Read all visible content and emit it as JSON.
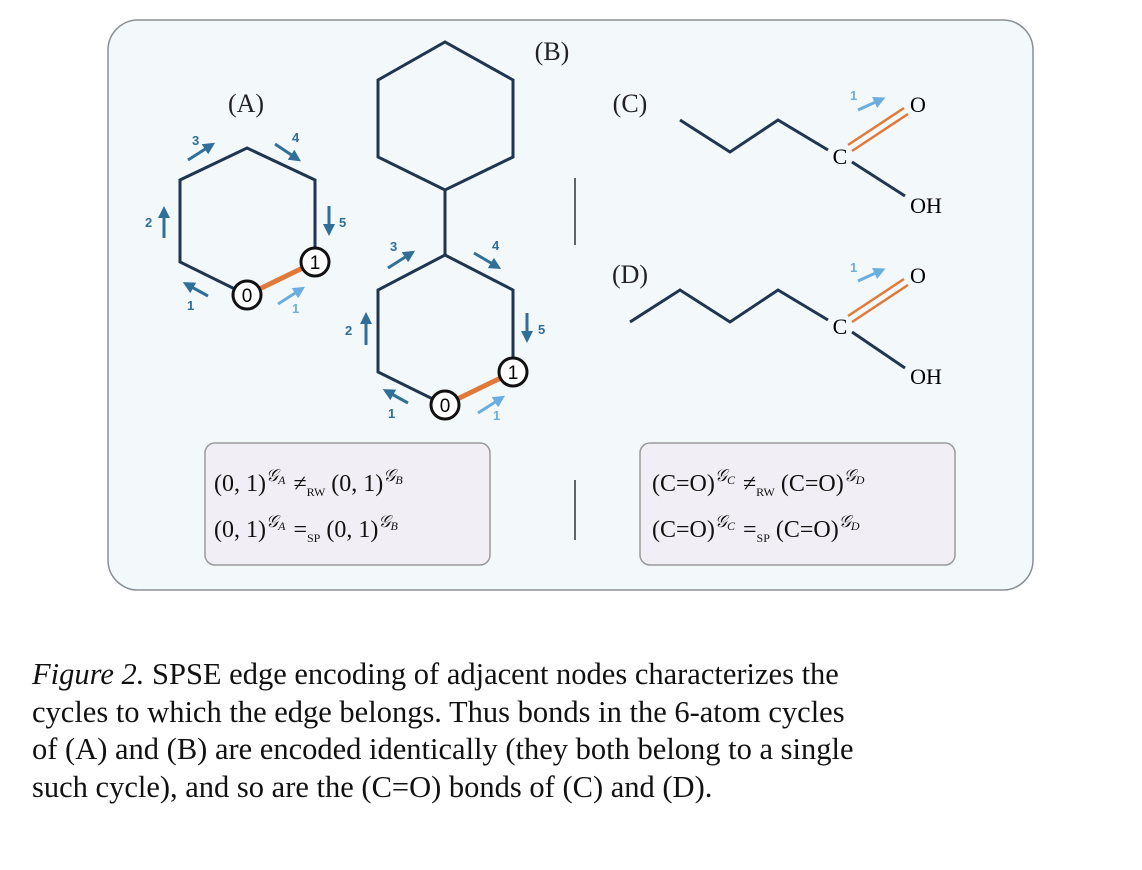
{
  "figure": {
    "panel_labels": {
      "a": "(A)",
      "b": "(B)",
      "c": "(C)",
      "d": "(D)"
    },
    "nodes": {
      "zero": "0",
      "one": "1"
    },
    "walk_steps": [
      "1",
      "2",
      "3",
      "4",
      "5"
    ],
    "atoms": {
      "carbon": "C",
      "oxygen": "O",
      "hydroxyl": "OH"
    },
    "colors": {
      "bond": "#1f3550",
      "highlight": "#e07a3a",
      "arrow": "#2f6f98",
      "arrow_light": "#6aaee0",
      "panel_bg": "#f3f8fb",
      "box_bg": "#f1eff5"
    },
    "left_box": {
      "line1": {
        "lhs": "(0, 1)",
        "lhs_sup": "𝒢",
        "lhs_sub": "A",
        "op": "≠",
        "op_sub": "RW",
        "rhs": "(0, 1)",
        "rhs_sup": "𝒢",
        "rhs_sub": "B"
      },
      "line2": {
        "lhs": "(0, 1)",
        "lhs_sup": "𝒢",
        "lhs_sub": "A",
        "op": "=",
        "op_sub": "SP",
        "rhs": "(0, 1)",
        "rhs_sup": "𝒢",
        "rhs_sub": "B"
      }
    },
    "right_box": {
      "line1": {
        "lhs": "(C=O)",
        "lhs_sup": "𝒢",
        "lhs_sub": "C",
        "op": "≠",
        "op_sub": "RW",
        "rhs": "(C=O)",
        "rhs_sup": "𝒢",
        "rhs_sub": "D"
      },
      "line2": {
        "lhs": "(C=O)",
        "lhs_sup": "𝒢",
        "lhs_sub": "C",
        "op": "=",
        "op_sub": "SP",
        "rhs": "(C=O)",
        "rhs_sup": "𝒢",
        "rhs_sub": "D"
      }
    }
  },
  "caption": {
    "label": "Figure 2.",
    "lines": [
      " SPSE edge encoding of adjacent nodes characterizes the",
      "cycles to which the edge belongs. Thus bonds in the 6-atom cycles",
      "of (A) and (B) are encoded identically (they both belong to a single",
      "such cycle), and so are the (C=O) bonds of (C) and (D)."
    ]
  }
}
